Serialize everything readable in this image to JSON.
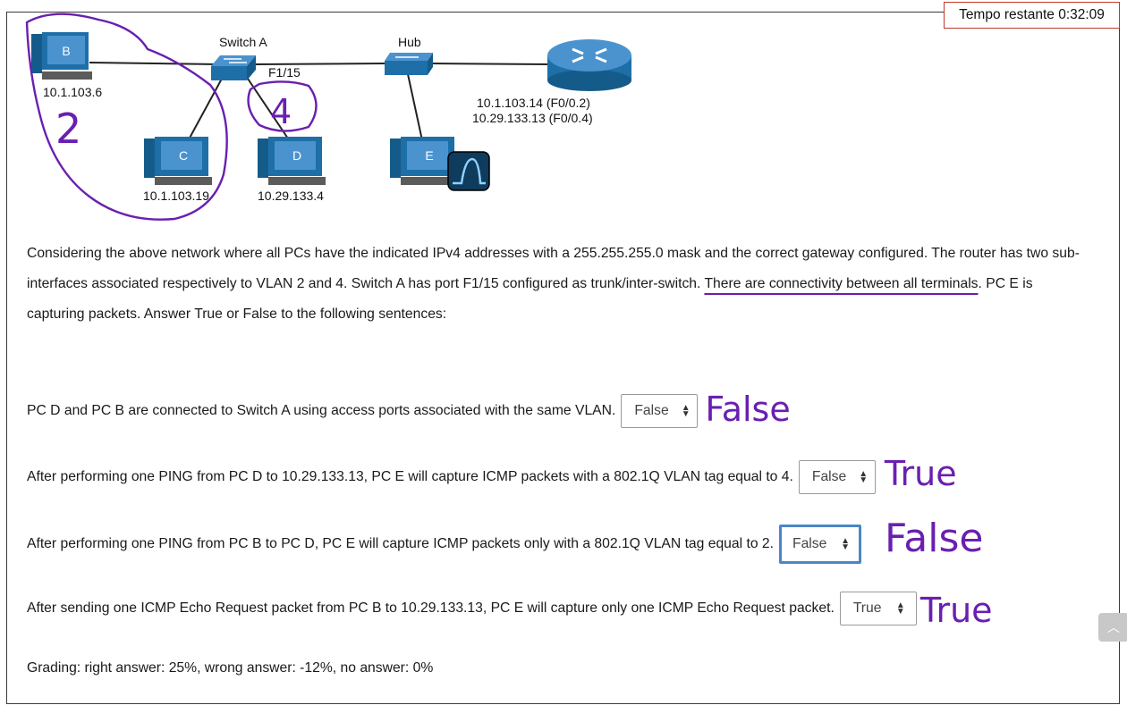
{
  "timer": {
    "label": "Tempo restante 0:32:09"
  },
  "diagram": {
    "switch_label": "Switch A",
    "hub_label": "Hub",
    "port_label": "F1/15",
    "pcs": {
      "b": {
        "letter": "B",
        "ip": "10.1.103.6"
      },
      "c": {
        "letter": "C",
        "ip": "10.1.103.19"
      },
      "d": {
        "letter": "D",
        "ip": "10.29.133.4"
      },
      "e": {
        "letter": "E"
      }
    },
    "router_lines": [
      "10.1.103.14 (F0/0.2)",
      "10.29.133.13 (F0/0.4)"
    ],
    "handwriting": {
      "vlan_b_c": "2",
      "vlan_d": "4"
    }
  },
  "question_text": {
    "before_underline": "Considering the above network where all PCs have the indicated IPv4 addresses with a 255.255.255.0 mask and the correct gateway configured. The router has two sub-interfaces associated respectively to VLAN 2 and 4. Switch A has port F1/15 configured as trunk/inter-switch. ",
    "underlined": "There are connectivity between all terminals",
    "after_underline": ". PC E is capturing packets. Answer True or False to the following sentences:"
  },
  "statements": [
    {
      "text": "PC D and PC B are connected to Switch A using access ports associated with the same VLAN.",
      "selected": "False",
      "handwritten": "False"
    },
    {
      "text": "After performing one PING from PC D to 10.29.133.13, PC E will capture ICMP packets with a 802.1Q VLAN tag equal to 4.",
      "selected": "False",
      "handwritten": "True"
    },
    {
      "text": "After performing one PING from PC B to PC D, PC E will capture ICMP packets only with a 802.1Q VLAN tag equal to 2.",
      "selected": "False",
      "handwritten": "False"
    },
    {
      "text": "After sending one ICMP Echo Request packet from PC B to 10.29.133.13, PC E will capture only one ICMP Echo Request packet.",
      "selected": "True",
      "handwritten": "True"
    }
  ],
  "grading": "Grading: right answer: 25%, wrong answer: -12%, no answer: 0%",
  "colors": {
    "ink": "#6a1fb0",
    "focus": "#4a86c8",
    "device_blue": "#1e6fa8",
    "timer_border": "#c0392b"
  },
  "icons": {
    "select_caret": "up-down-caret-icon",
    "scroll": "chevron-up-icon"
  }
}
